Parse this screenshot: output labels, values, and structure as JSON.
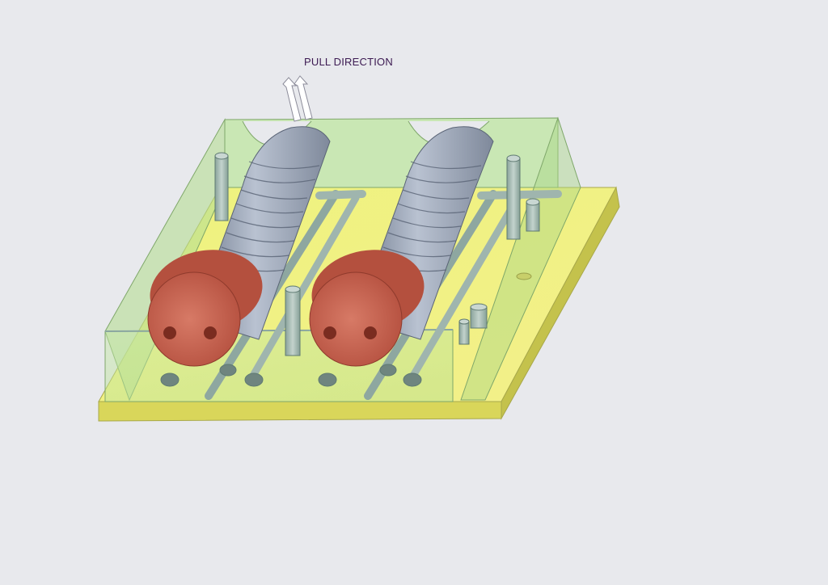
{
  "annotation": {
    "pull_direction_label": "PULL DIRECTION",
    "label_color": "#3c1a52"
  },
  "colors": {
    "background": "#e8e9ed",
    "base_plate": "#eef07a",
    "mold_block": "#b9e29a",
    "part_body": "#98a3b6",
    "end_cap": "#c8604e",
    "runner": "#9fb3ad"
  },
  "parts": [
    {
      "name": "left-part"
    },
    {
      "name": "right-part"
    }
  ]
}
